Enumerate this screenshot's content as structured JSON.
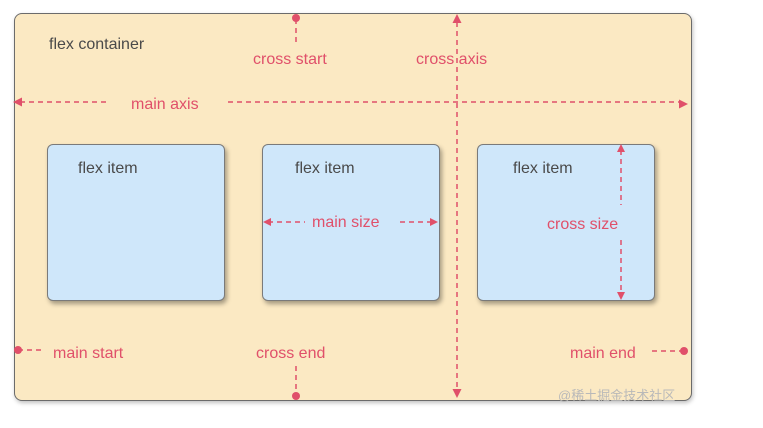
{
  "container_label": "flex container",
  "item_label": "flex item",
  "labels": {
    "cross_start": "cross start",
    "cross_axis": "cross axis",
    "main_axis": "main axis",
    "main_size": "main size",
    "cross_size": "cross size",
    "main_start": "main start",
    "cross_end": "cross end",
    "main_end": "main end"
  },
  "watermark": "@稀土掘金技术社区",
  "colors": {
    "container": "#fbe9c3",
    "item": "#cfe7fa",
    "accent": "#e0506a"
  }
}
